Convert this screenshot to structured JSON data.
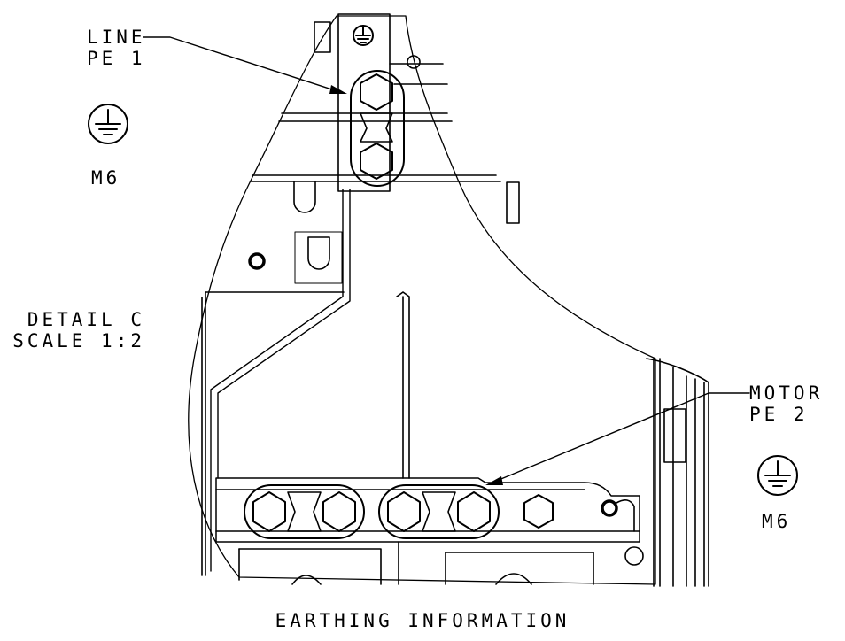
{
  "callouts": {
    "line": {
      "line1": "LINE",
      "line2": "PE 1",
      "size": "M6",
      "symbol": "protective-earth-icon"
    },
    "motor": {
      "line1": "MOTOR",
      "line2": "PE 2",
      "size": "M6",
      "symbol": "protective-earth-icon"
    }
  },
  "detail": {
    "line1": "DETAIL C",
    "line2": "SCALE 1:2"
  },
  "caption": "EARTHING INFORMATION",
  "colors": {
    "ink": "#000000",
    "paper": "#ffffff"
  }
}
